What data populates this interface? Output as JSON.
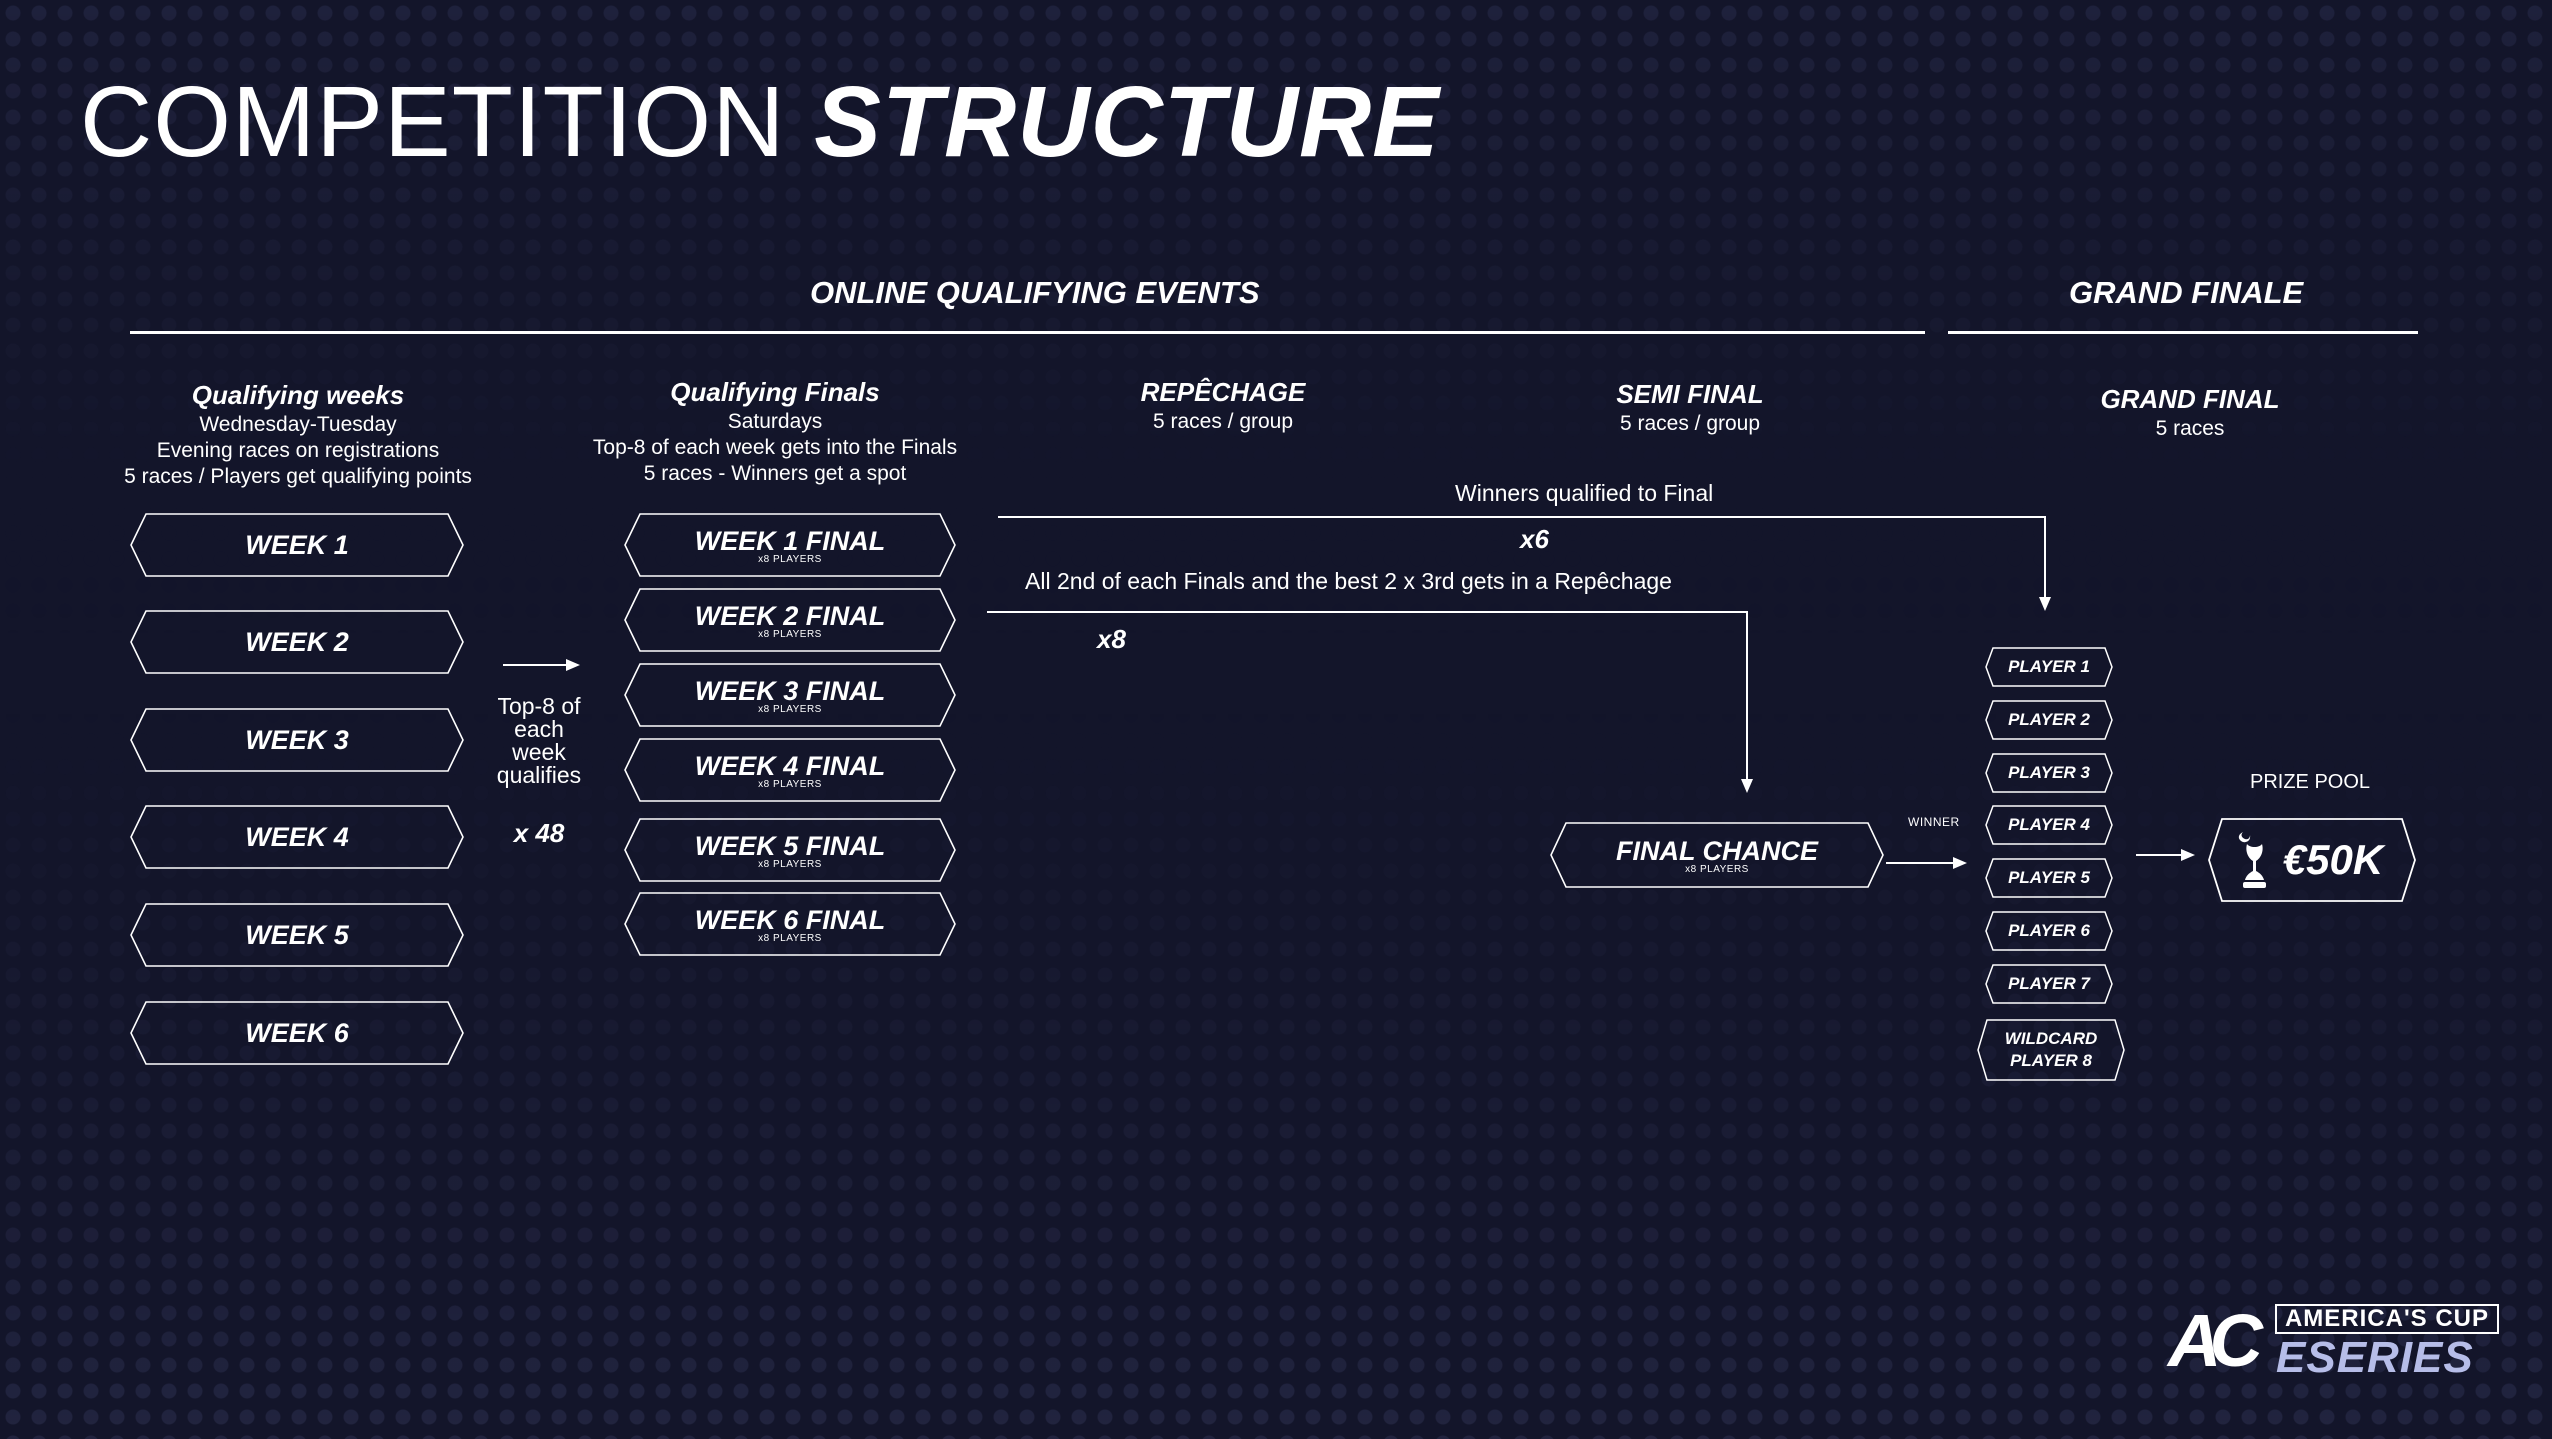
{
  "title": {
    "light": "COMPETITION",
    "bold": "STRUCTURE"
  },
  "sections": {
    "online": "ONLINE QUALIFYING EVENTS",
    "grand": "GRAND FINALE"
  },
  "columns": {
    "qualifying_weeks": {
      "title": "Qualifying weeks",
      "lines": [
        "Wednesday-Tuesday",
        "Evening races on registrations",
        "5 races / Players get qualifying points"
      ]
    },
    "qualifying_finals": {
      "title": "Qualifying Finals",
      "lines": [
        "Saturdays",
        "Top-8 of each week gets into the Finals",
        "5 races - Winners get a spot"
      ]
    },
    "repechage": {
      "title": "REPÊCHAGE",
      "lines": [
        "5 races / group"
      ]
    },
    "semi_final": {
      "title": "SEMI FINAL",
      "lines": [
        "5 races / group"
      ]
    },
    "grand_final": {
      "title": "GRAND FINAL",
      "lines": [
        "5 races"
      ]
    }
  },
  "weeks": [
    "WEEK 1",
    "WEEK 2",
    "WEEK 3",
    "WEEK 4",
    "WEEK 5",
    "WEEK 6"
  ],
  "week_finals": [
    {
      "label": "WEEK 1 FINAL",
      "sub": "x8 PLAYERS"
    },
    {
      "label": "WEEK 2 FINAL",
      "sub": "x8 PLAYERS"
    },
    {
      "label": "WEEK 3 FINAL",
      "sub": "x8 PLAYERS"
    },
    {
      "label": "WEEK 4 FINAL",
      "sub": "x8 PLAYERS"
    },
    {
      "label": "WEEK 5 FINAL",
      "sub": "x8 PLAYERS"
    },
    {
      "label": "WEEK 6 FINAL",
      "sub": "x8 PLAYERS"
    }
  ],
  "qualify_note": {
    "lines": [
      "Top-8 of",
      "each",
      "week",
      "qualifies"
    ],
    "multiplier": "x 48"
  },
  "winners_note": {
    "text": "Winners qualified to Final",
    "multiplier": "x6"
  },
  "repechage_note": {
    "text": "All 2nd of each Finals and the best 2 x 3rd gets in a Repêchage",
    "multiplier": "x8"
  },
  "final_chance": {
    "label": "FINAL CHANCE",
    "sub": "x8 PLAYERS",
    "winner_label": "WINNER"
  },
  "players": [
    "PLAYER 1",
    "PLAYER 2",
    "PLAYER 3",
    "PLAYER 4",
    "PLAYER 5",
    "PLAYER 6",
    "PLAYER 7"
  ],
  "wildcard": {
    "line1": "WILDCARD",
    "line2": "PLAYER 8"
  },
  "prize": {
    "caption": "PRIZE POOL",
    "amount": "€50K"
  },
  "logo": {
    "initials": "AC",
    "line1": "AMERICA'S CUP",
    "line2": "ESERIES"
  },
  "colors": {
    "background": "#13152a",
    "foreground": "#ffffff",
    "dots": "#787dbe",
    "logo_accent": "#b6bde8"
  }
}
